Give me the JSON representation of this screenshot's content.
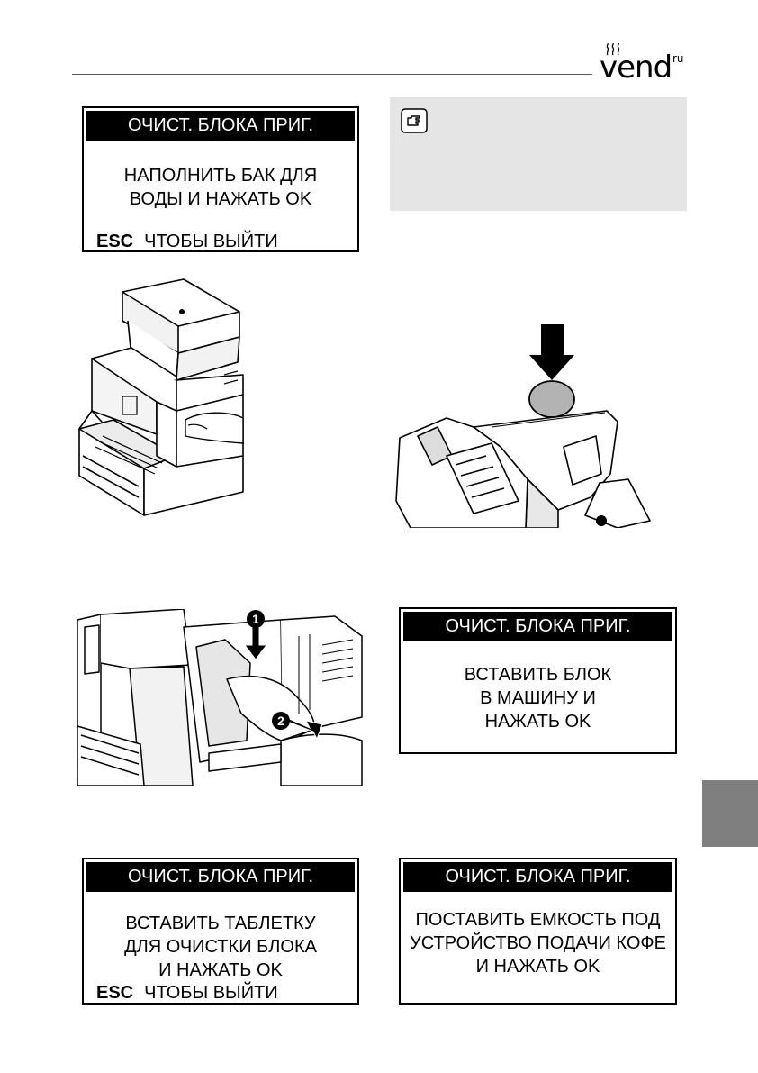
{
  "header": {
    "logo_text": "vend",
    "logo_superscript": "ru"
  },
  "screens": [
    {
      "title": "ОЧИСТ. БЛОКА ПРИГ.",
      "lines": [
        "НАПОЛНИТЬ БАК ДЛЯ",
        "ВОДЫ И НАЖАТЬ OK"
      ],
      "esc_key": "ESC",
      "esc_text": "ЧТОБЫ ВЫЙТИ"
    },
    {
      "title": "ОЧИСТ. БЛОКА ПРИГ.",
      "lines": [
        "ВСТАВИТЬ БЛОК",
        "В МАШИНУ И",
        "НАЖАТЬ OK"
      ]
    },
    {
      "title": "ОЧИСТ. БЛОКА ПРИГ.",
      "lines": [
        "ВСТАВИТЬ ТАБЛЕТКУ",
        "ДЛЯ ОЧИСТКИ БЛОКА",
        "И НАЖАТЬ OK"
      ],
      "esc_key": "ESC",
      "esc_text": "ЧТОБЫ ВЫЙТИ"
    },
    {
      "title": "ОЧИСТ. БЛОКА ПРИГ.",
      "lines": [
        "ПОСТАВИТЬ ЕМКОСТЬ ПОД",
        "УСТРОЙСТВО ПОДАЧИ КОФЕ",
        "И НАЖАТЬ OK"
      ]
    }
  ],
  "note": {
    "icon": "pointing-hand-icon"
  },
  "step_markers": [
    "1",
    "2"
  ],
  "colors": {
    "note_background": "#e5e5e5",
    "side_tab": "#7f7f7f",
    "lcd_title_bg": "#000000"
  }
}
